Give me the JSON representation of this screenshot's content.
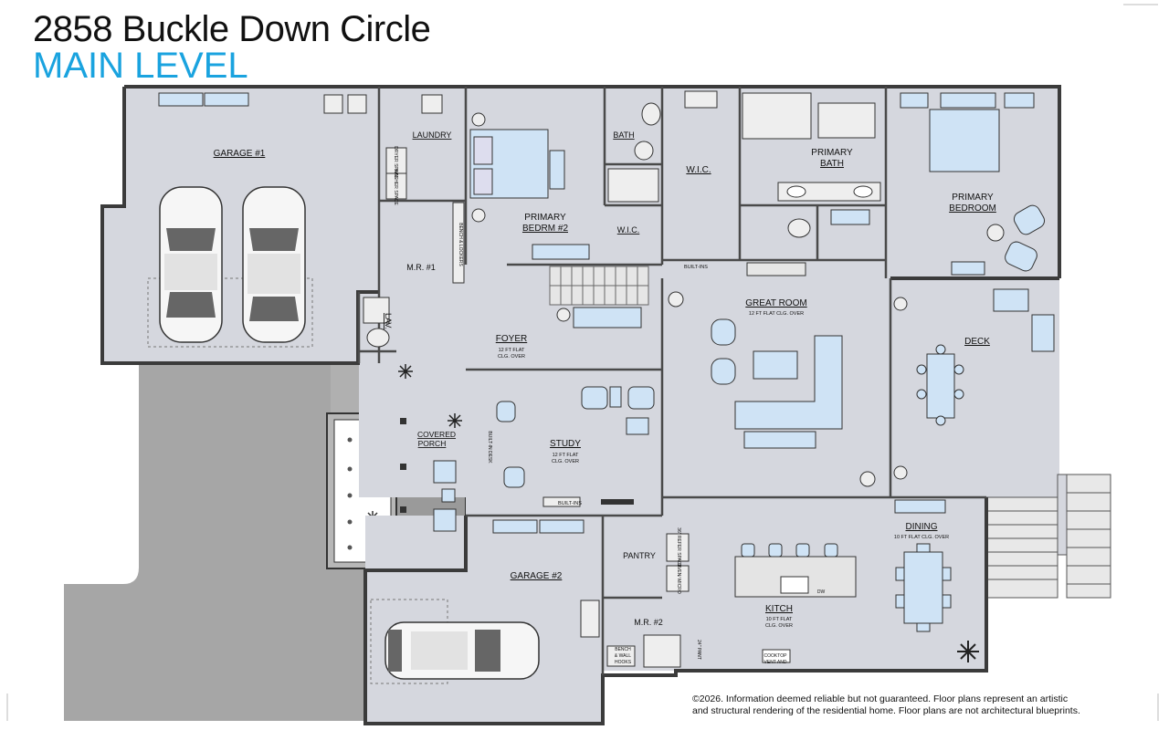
{
  "header": {
    "address": "2858 Buckle Down Circle",
    "level": "MAIN LEVEL"
  },
  "colors": {
    "accent": "#1aa3df",
    "room_fill": "#d5d7de",
    "wall": "#3b3b3b",
    "furniture": "#cfe3f5",
    "driveway": "#a6a6a6",
    "porch": "#9a9a9a"
  },
  "rooms": {
    "garage1": {
      "name": "GARAGE #1"
    },
    "laundry": {
      "name": "LAUNDRY"
    },
    "dryer_space": {
      "name": "DRYER SPACE"
    },
    "washer_space": {
      "name": "WASHER SPACE"
    },
    "mr1": {
      "name": "M.R. #1"
    },
    "bench_lockers": {
      "name": "BENCH & LOCKERS"
    },
    "lav": {
      "name": "LAV."
    },
    "bedrm2": {
      "name1": "PRIMARY",
      "name2": "BEDRM #2"
    },
    "bath": {
      "name": "BATH"
    },
    "wic_small": {
      "name": "W.I.C."
    },
    "wic_large": {
      "name": "W.I.C."
    },
    "primary_bath": {
      "name1": "PRIMARY",
      "name2": "BATH"
    },
    "primary_bedroom": {
      "name1": "PRIMARY",
      "name2": "BEDROOM"
    },
    "builtins_top": {
      "name": "BUILT-INS"
    },
    "great_room": {
      "name": "GREAT ROOM",
      "note": "12 FT FLAT CLG. OVER"
    },
    "foyer": {
      "name": "FOYER",
      "note1": "12 FT FLAT",
      "note2": "CLG. OVER"
    },
    "deck": {
      "name": "DECK"
    },
    "covered_porch": {
      "name1": "COVERED",
      "name2": "PORCH"
    },
    "study": {
      "name": "STUDY",
      "note1": "12 FT FLAT",
      "note2": "CLG. OVER"
    },
    "built_in_desk": {
      "name": "BUILT-IN DESK"
    },
    "builtins_study": {
      "name": "BUILT-INS"
    },
    "garage2": {
      "name": "GARAGE #2"
    },
    "pantry": {
      "name": "PANTRY"
    },
    "refer_space": {
      "name": "36\" REFER SPACE"
    },
    "oven_micro": {
      "name": "OVEN/ MICRO"
    },
    "mr2": {
      "name": "M.R. #2"
    },
    "bench_hooks": {
      "name1": "BENCH",
      "name2": "& WALL",
      "name3": "HOOKS"
    },
    "kitchen": {
      "name": "KITCH",
      "note1": "10 FT FLAT",
      "note2": "CLG. OVER"
    },
    "dw": {
      "name": "DW"
    },
    "pant24": {
      "name": "24\" PANT"
    },
    "cooktop": {
      "name1": "COOKTOP",
      "name2": "VENT AND"
    },
    "dining": {
      "name": "DINING",
      "note": "10 FT FLAT CLG. OVER"
    }
  },
  "disclaimer": {
    "line1": "©2026. Information deemed reliable but not guaranteed. Floor plans represent an artistic",
    "line2": "and structural rendering of the residential home. Floor plans are not architectural blueprints."
  }
}
